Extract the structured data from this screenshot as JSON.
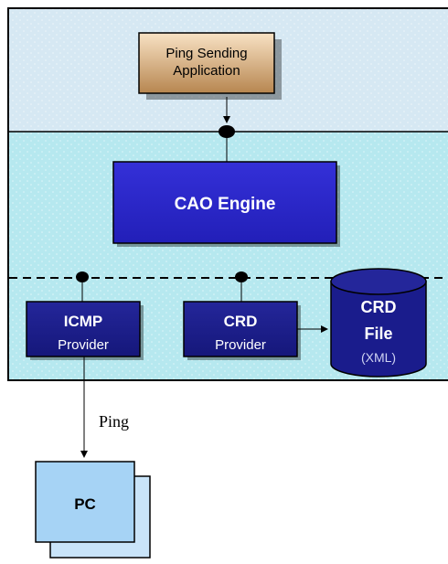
{
  "app": {
    "title_line1": "Ping Sending",
    "title_line2": "Application"
  },
  "engine": {
    "label": "CAO Engine"
  },
  "providers": [
    {
      "name": "ICMP",
      "sub": "Provider"
    },
    {
      "name": "CRD",
      "sub": "Provider"
    }
  ],
  "crd_file": {
    "line1": "CRD",
    "line2": "File",
    "line3": "(XML)"
  },
  "edge": {
    "ping_label": "Ping"
  },
  "pc": {
    "label": "PC"
  },
  "colors": {
    "upper_band": "#d6e8f3",
    "lower_band": "#b6e8ef",
    "app_box_top": "#f6dcb8",
    "app_box_bottom": "#b98b55",
    "engine_box": "#2b26cc",
    "provider_box": "#1a1c8c",
    "crd_cylinder": "#1a1c8c",
    "pc_front": "#a6d3f5",
    "pc_back": "#c9e4f9"
  }
}
